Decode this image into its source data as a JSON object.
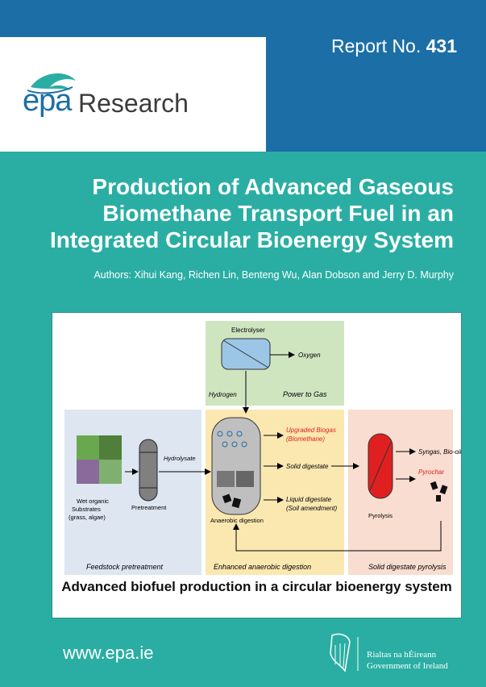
{
  "header": {
    "report_prefix": "Report No.",
    "report_number": "431"
  },
  "logo": {
    "epa": "epa",
    "research": "Research"
  },
  "title": {
    "line1": "Production of Advanced Gaseous",
    "line2": "Biomethane Transport Fuel in an",
    "line3": "Integrated Circular Bioenergy System"
  },
  "authors": "Authors: Xihui Kang, Richen Lin, Benteng Wu, Alan Dobson and Jerry D. Murphy",
  "figure": {
    "caption": "Advanced biofuel production in a circular bioenergy system",
    "electrolyser": "Electrolyser",
    "oxygen": "Oxygen",
    "hydrogen": "Hydrogen",
    "power_to_gas": "Power to Gas",
    "upgraded_biogas": "Upgraded Biogas",
    "biomethane": "(Biomethane)",
    "hydrolysate": "Hydrolysate",
    "solid_digestate": "Solid digestate",
    "liquid_digestate": "Liquid digestate",
    "soil_amendment": "(Soil amendment)",
    "syngas": "Syngas, Bio-oil",
    "pyrochar": "Pyrochar",
    "wet_organic_1": "Wet organic",
    "wet_organic_2": "Substrates",
    "wet_organic_3": "(grass, algae)",
    "pretreatment": "Pretreatment",
    "anaerobic_digestion": "Anaerobic digestion",
    "pyrolysis": "Pyrolysis",
    "section_feedstock": "Feedstock pretreatment",
    "section_enhanced": "Enhanced anaerobic digestion",
    "section_pyrolysis": "Solid digestate pyrolysis"
  },
  "footer": {
    "url": "www.epa.ie",
    "gov_irish": "Rialtas na hÉireann",
    "gov_english": "Government of Ireland"
  },
  "colors": {
    "teal": "#2aaea3",
    "blue": "#1c6fa6",
    "highlight_red": "#e02020"
  }
}
